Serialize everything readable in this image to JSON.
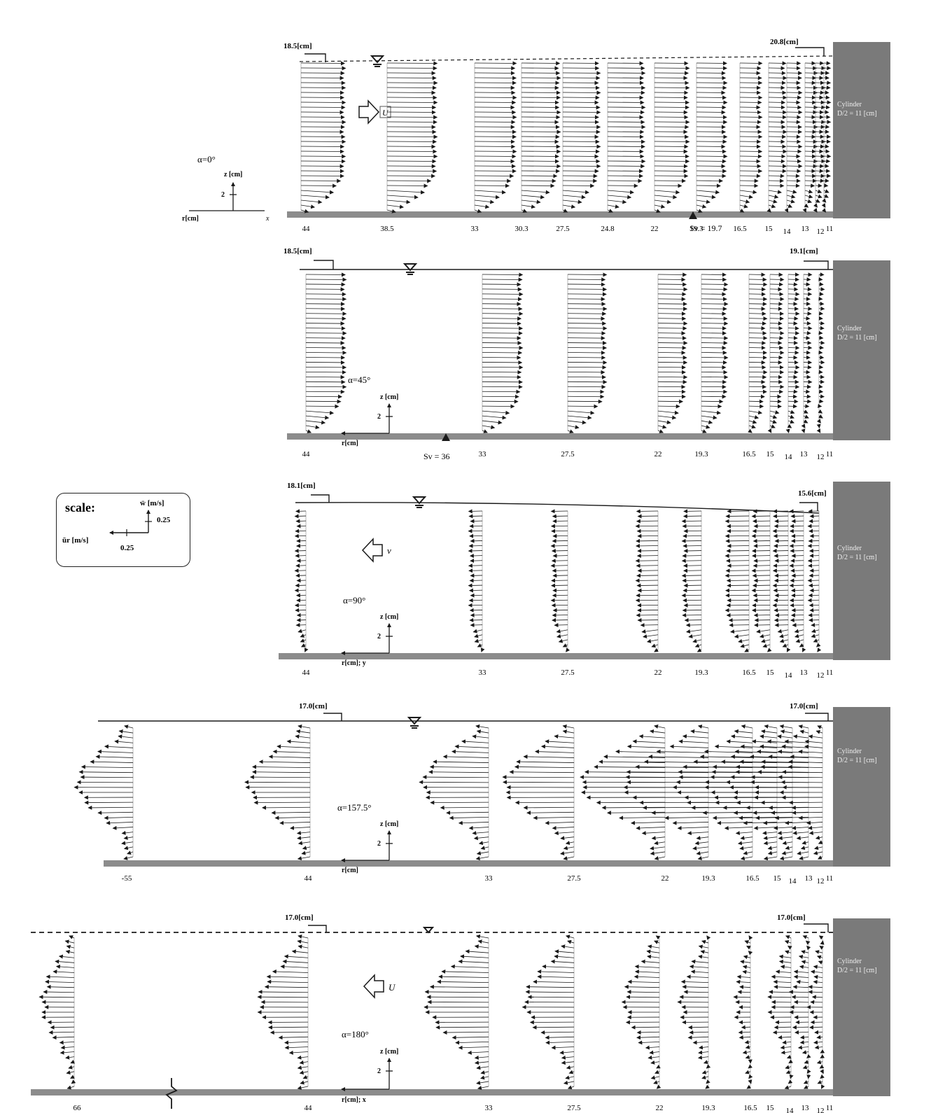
{
  "panels": [
    {
      "id": "a0",
      "alpha_label": "α=0°",
      "left_depth": "18.5[cm]",
      "right_depth": "20.8[cm]",
      "flow_label": "U",
      "flow_dir": "right",
      "sv_label": "Sv = 19.7",
      "r_label": "r[cm]",
      "x_label": "x",
      "z_label": "z [cm]",
      "z_tick": "2",
      "cyl_line1": "Cylinder",
      "cyl_line2": "D/2 = 11 [cm]",
      "surface": "dashed",
      "stations": [
        "44",
        "38.5",
        "33",
        "30.3",
        "27.5",
        "24.8",
        "22",
        "19.3",
        "16.5",
        "15",
        "14",
        "13",
        "12",
        "11"
      ]
    },
    {
      "id": "a45",
      "alpha_label": "α=45°",
      "left_depth": "18.5[cm]",
      "right_depth": "19.1[cm]",
      "sv_label": "Sv = 36",
      "r_label": "r[cm]",
      "z_label": "z [cm]",
      "z_tick": "2",
      "cyl_line1": "Cylinder",
      "cyl_line2": "D/2 = 11 [cm]",
      "surface": "solid",
      "stations": [
        "44",
        "33",
        "27.5",
        "22",
        "19.3",
        "16.5",
        "15",
        "14",
        "13",
        "12",
        "11"
      ]
    },
    {
      "id": "a90",
      "alpha_label": "α=90°",
      "left_depth": "18.1[cm]",
      "right_depth": "15.6[cm]",
      "flow_label": "v",
      "flow_dir": "left",
      "r_label": "r[cm]; y",
      "z_label": "z [cm]",
      "z_tick": "2",
      "cyl_line1": "Cylinder",
      "cyl_line2": "D/2 = 11 [cm]",
      "surface": "solid",
      "stations": [
        "44",
        "33",
        "27.5",
        "22",
        "19.3",
        "16.5",
        "15",
        "14",
        "13",
        "12",
        "11"
      ]
    },
    {
      "id": "a157",
      "alpha_label": "α=157.5°",
      "left_depth": "17.0[cm]",
      "right_depth": "17.0[cm]",
      "r_label": "r[cm]",
      "z_label": "z [cm]",
      "z_tick": "2",
      "cyl_line1": "Cylinder",
      "cyl_line2": "D/2 = 11 [cm]",
      "surface": "solid",
      "stations": [
        "-55",
        "44",
        "33",
        "27.5",
        "22",
        "19.3",
        "16.5",
        "15",
        "14",
        "13",
        "12",
        "11"
      ]
    },
    {
      "id": "a180",
      "alpha_label": "α=180°",
      "left_depth": "17.0[cm]",
      "right_depth": "17.0[cm]",
      "flow_label": "U",
      "flow_dir": "left",
      "r_label": "r[cm]; x",
      "z_label": "z [cm]",
      "z_tick": "2",
      "cyl_line1": "Cylinder",
      "cyl_line2": "D/2 = 11 [cm]",
      "surface": "dashed",
      "stations": [
        "66",
        "44",
        "33",
        "27.5",
        "22",
        "19.3",
        "16.5",
        "15",
        "14",
        "13",
        "12",
        "11"
      ]
    }
  ],
  "scale": {
    "title": "scale:",
    "w_label": "w̄ [m/s]",
    "w_value": "0.25",
    "u_label": "ūr [m/s]",
    "u_value": "0.25"
  },
  "colors": {
    "bed": "#8c8c8c",
    "cylinder": "#7a7a7a",
    "ink": "#1a1a1a"
  }
}
